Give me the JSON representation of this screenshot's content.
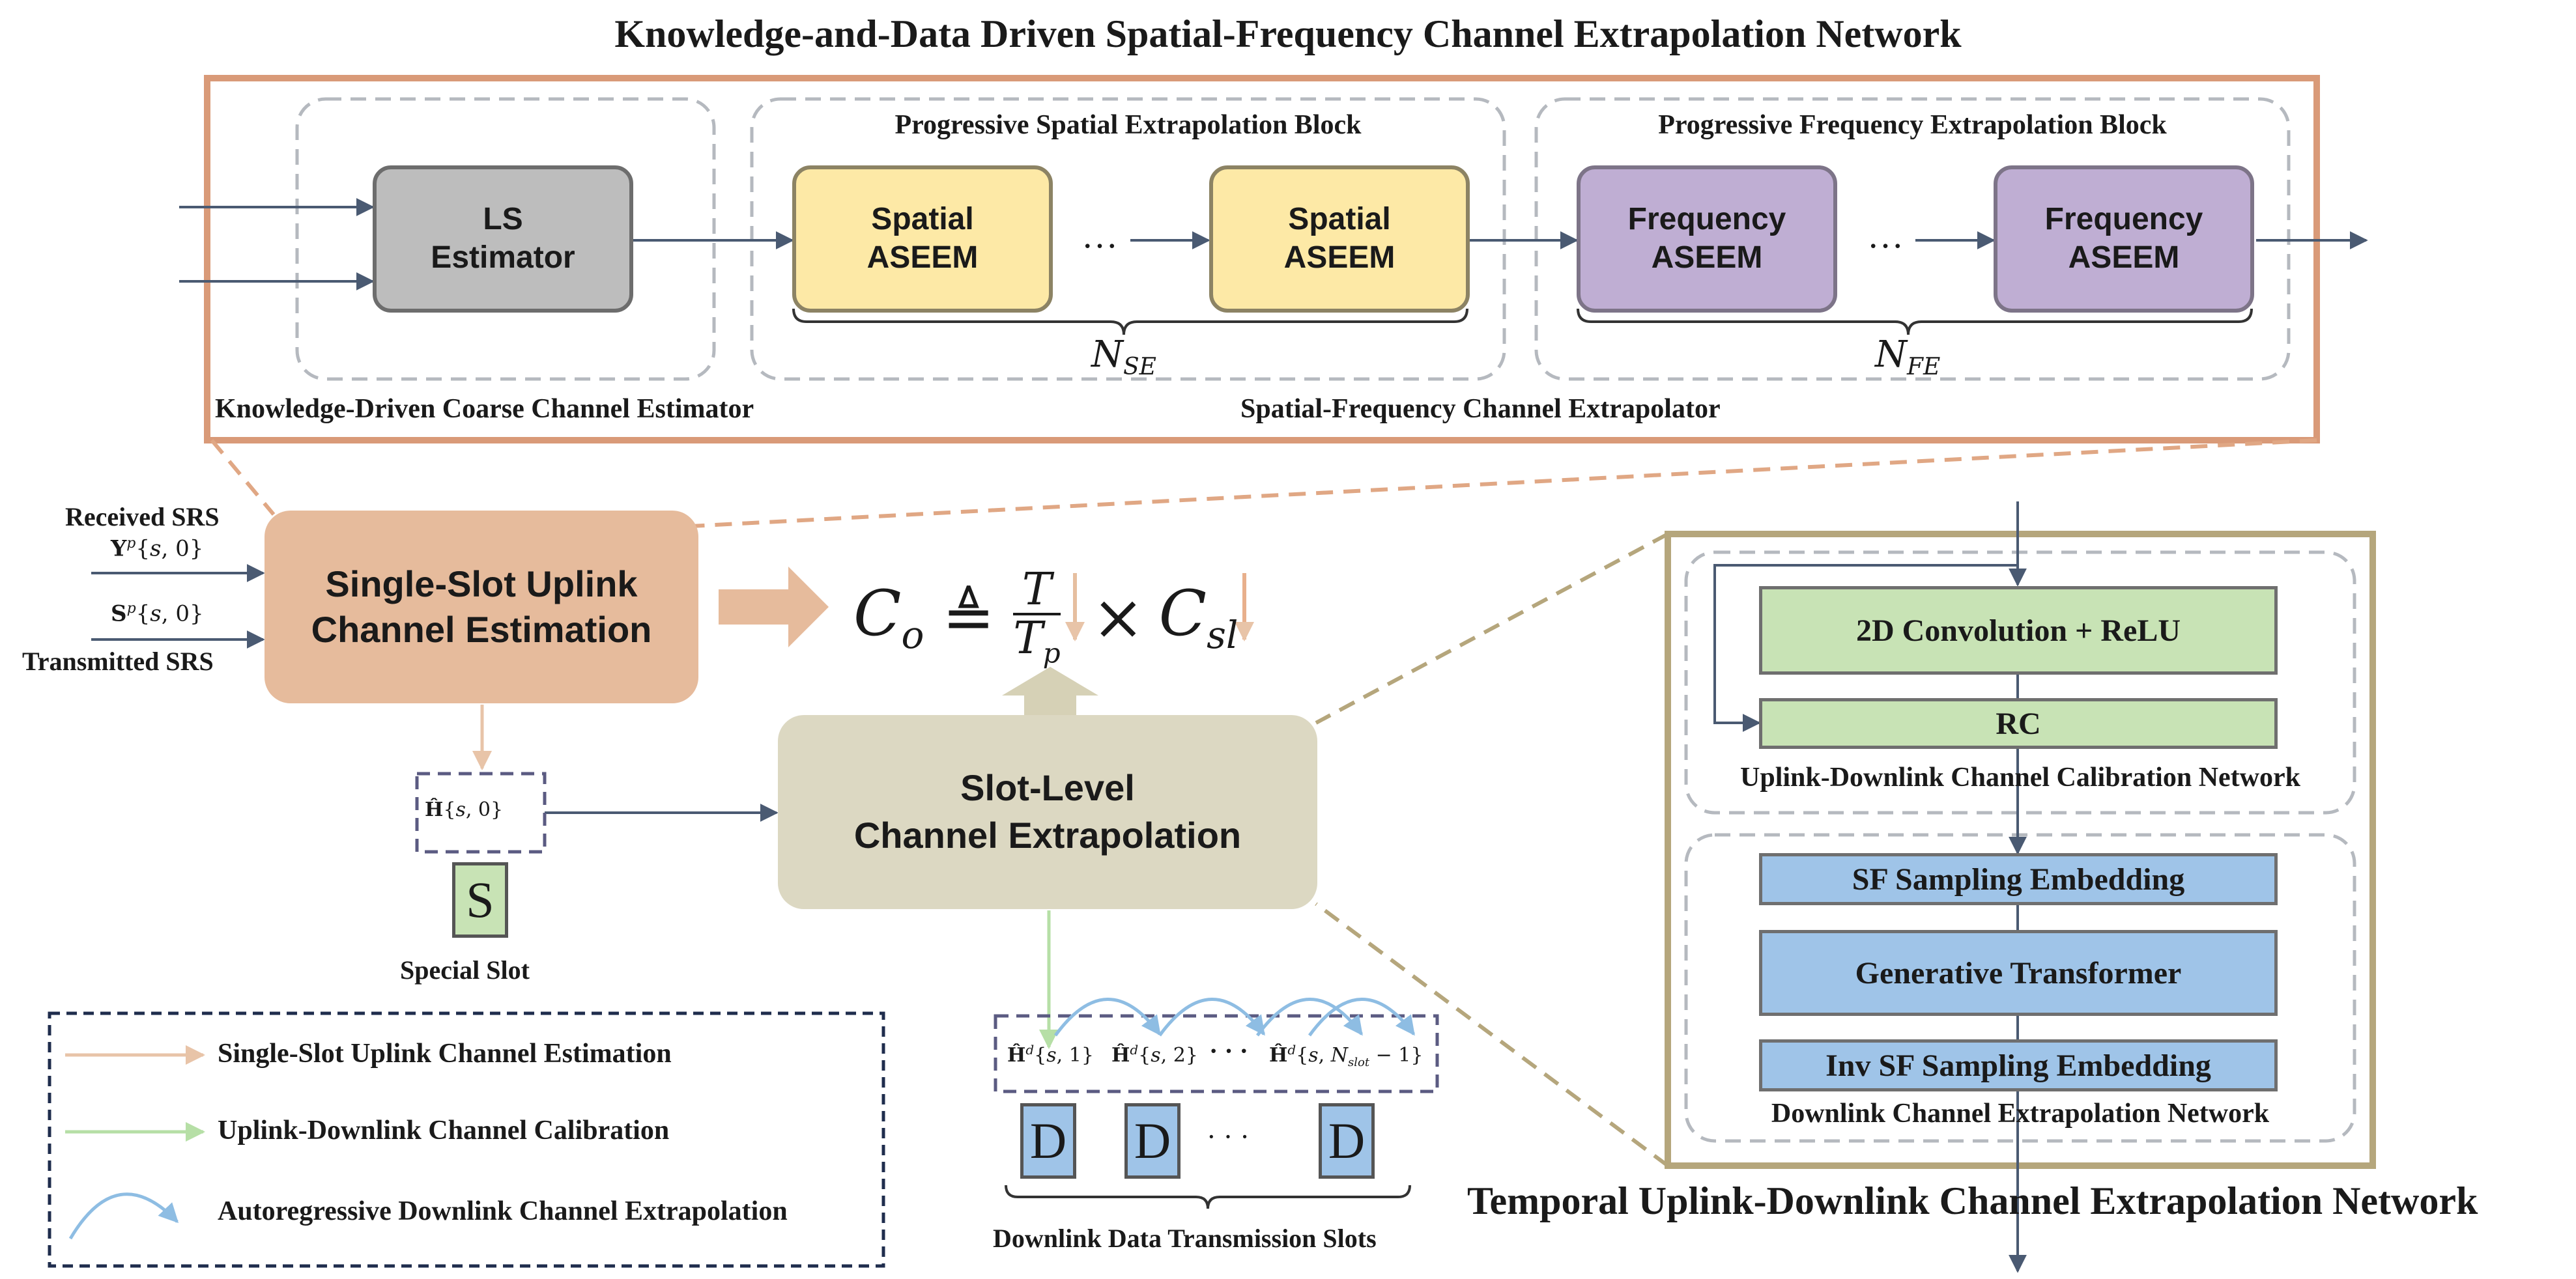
{
  "title": "Knowledge-and-Data Driven Spatial-Frequency Channel Extrapolation Network",
  "top": {
    "coarse_estimator": {
      "label": "Knowledge-Driven Coarse Channel Estimator",
      "ls_estimator": "LS\nEstimator"
    },
    "extrapolator_label": "Spatial-Frequency Channel Extrapolator",
    "spatial_block": {
      "title": "Progressive Spatial Extrapolation Block",
      "module": "Spatial\nASEEM",
      "ellipsis": "…",
      "count_label": "N_SE"
    },
    "frequency_block": {
      "title": "Progressive Frequency Extrapolation Block",
      "module": "Frequency\nASEEM",
      "ellipsis": "…",
      "count_label": "N_FE"
    }
  },
  "middle": {
    "received_srs": "Received SRS",
    "received_symbol": "Y^p{s,0}",
    "transmitted_symbol": "S^p{s,0}",
    "transmitted_srs": "Transmitted SRS",
    "uplink_box": "Single-Slot Uplink\nChannel Estimation",
    "formula": "C_o ≜ T/T_p × C_sl",
    "h_hat": "Ĥ{s,0}",
    "special_slot_letter": "S",
    "special_slot_label": "Special Slot",
    "slot_level_box": "Slot-Level\nChannel Extrapolation",
    "downlink_channels": [
      "Ĥ^d{s,1}",
      "Ĥ^d{s,2}",
      "· · ·",
      "Ĥ^d{s,N_slot−1}"
    ],
    "downlink_slot_letter": "D",
    "downlink_slot_ellipsis": "· · ·",
    "downlink_slots_label": "Downlink Data Transmission Slots"
  },
  "legend": {
    "items": [
      {
        "label": "Single-Slot  Uplink Channel Estimation",
        "color": "#e8c4a8"
      },
      {
        "label": "Uplink-Downlink Channel Calibration",
        "color": "#b6dfa6"
      },
      {
        "label": "Autoregressive Downlink Channel Extrapolation",
        "color": "#8ebde3"
      }
    ]
  },
  "right": {
    "calibration": {
      "conv": "2D Convolution + ReLU",
      "rc": "RC",
      "label": "Uplink-Downlink Channel Calibration Network"
    },
    "extrapolation": {
      "sf_embed": "SF Sampling Embedding",
      "transformer": "Generative Transformer",
      "inv_embed": "Inv SF Sampling Embedding",
      "label": "Downlink Channel Extrapolation Network"
    },
    "title": "Temporal Uplink-Downlink Channel Extrapolation Network"
  },
  "colors": {
    "top_frame": "#d99a78",
    "right_frame": "#b5a67c",
    "uplink_box": "#e6bb9c",
    "slot_level_box": "#dcd8c2",
    "arrow": "#4a5a72"
  }
}
